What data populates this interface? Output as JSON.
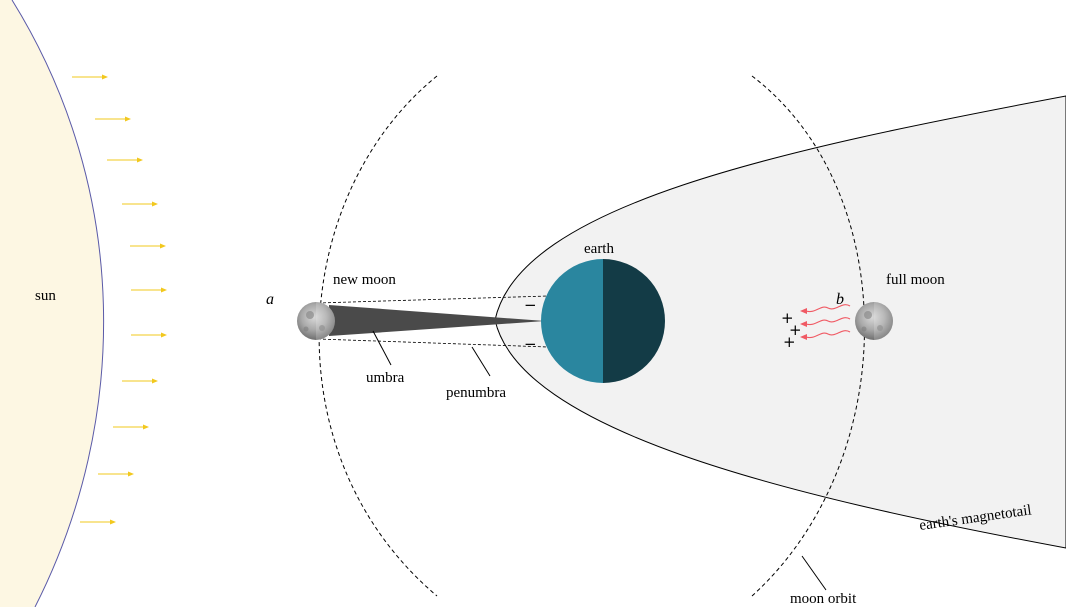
{
  "labels": {
    "sun": "sun",
    "new_moon": "new moon",
    "full_moon": "full moon",
    "earth": "earth",
    "umbra": "umbra",
    "penumbra": "penumbra",
    "magnetotail": "earth's magnetotail",
    "moon_orbit": "moon orbit",
    "point_a": "a",
    "point_b": "b",
    "plus": "+",
    "minus": "−"
  },
  "colors": {
    "sun_fill": "#fdf7e3",
    "sun_edge": "#5a5aa8",
    "sun_rays": "#f2c81e",
    "earth_day": "#2a869f",
    "earth_night": "#133b46",
    "magnetotail_fill": "#f2f2f2",
    "umbra": "#4a4a4a",
    "charge_minus": "#e03030",
    "particle_flow": "#f05a64"
  }
}
